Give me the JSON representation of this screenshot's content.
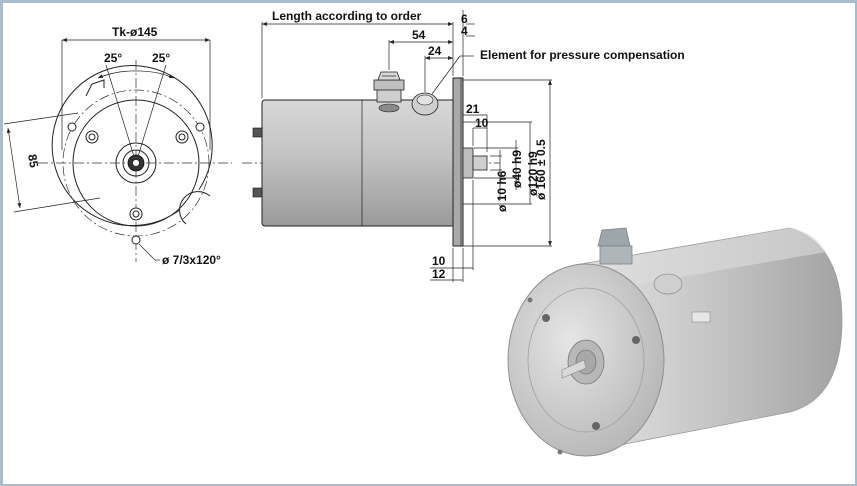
{
  "front_view": {
    "pitch_circle": "Tk-ø145",
    "angle_left": "25°",
    "angle_right": "25°",
    "offset": "85",
    "holes": "ø 7/3x120°"
  },
  "side_view": {
    "length": "Length according to order",
    "dim_54": "54",
    "dim_24": "24",
    "dim_6": "6",
    "dim_4": "4",
    "element_label": "Element for pressure compensation",
    "dim_21": "21",
    "dim_10_shaft": "10",
    "shaft_dia": "ø 10 h6",
    "spigot_40": "ø40 h9",
    "spigot_120": "ø120 h9",
    "flange_dia": "ø 160 ± 0.5",
    "dim_10_bottom": "10",
    "dim_12": "12"
  },
  "colors": {
    "frame": "#a9bccc",
    "body": "#b9b9b9",
    "render_body": "#c9c9c9"
  }
}
